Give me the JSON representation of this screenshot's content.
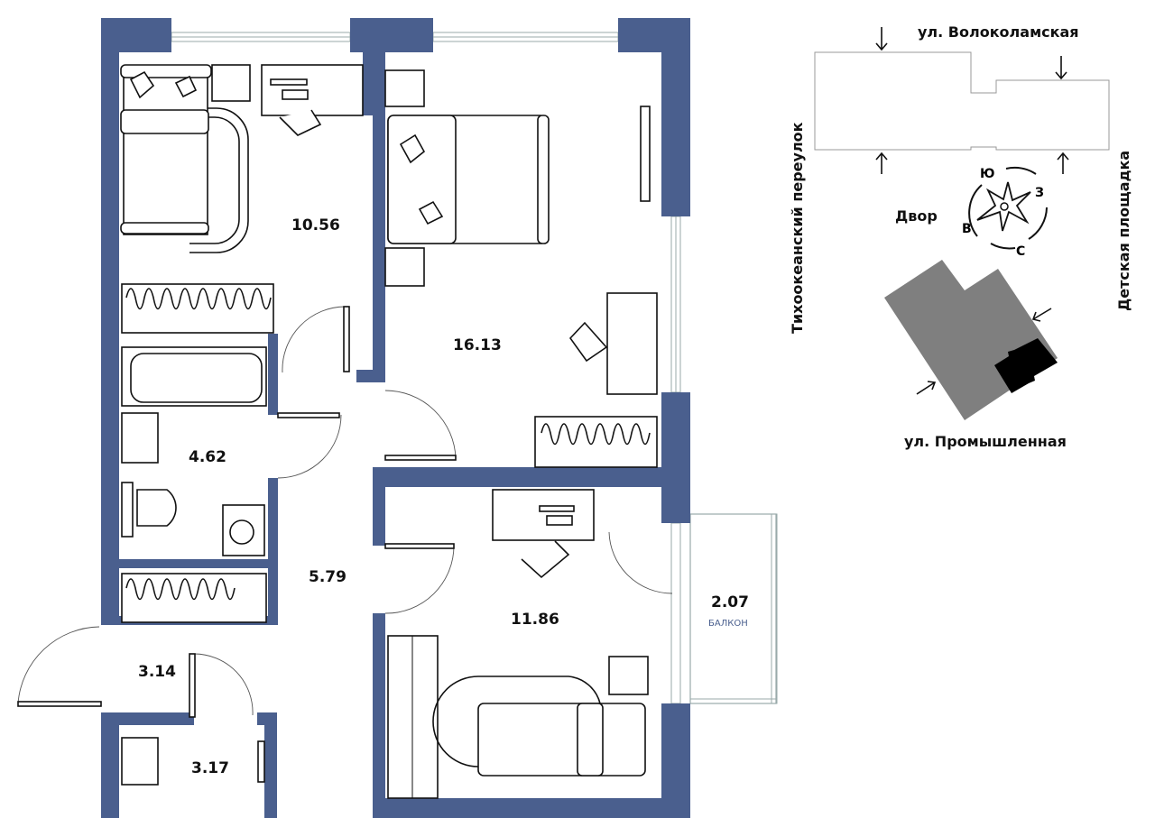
{
  "rooms": [
    {
      "name": "bedroom-1",
      "area": "10.56"
    },
    {
      "name": "bedroom-2",
      "area": "16.13"
    },
    {
      "name": "bathroom",
      "area": "4.62"
    },
    {
      "name": "hallway",
      "area": "5.79"
    },
    {
      "name": "bedroom-3",
      "area": "11.86"
    },
    {
      "name": "balcony",
      "area": "2.07",
      "label": "БАЛКОН"
    },
    {
      "name": "entrance",
      "area": "3.14"
    },
    {
      "name": "wc",
      "area": "3.17"
    }
  ],
  "site_plan": {
    "street_top": "ул. Волоколамская",
    "street_bottom": "ул. Промышленная",
    "street_left": "Тихоокеанский переулок",
    "street_right": "Детская площадка",
    "yard": "Двор",
    "compass": {
      "south": "Ю",
      "west": "З",
      "east": "В",
      "north": "С"
    }
  },
  "colors": {
    "wall": "#4a5f8e",
    "building": "#7f7f7f",
    "apartment": "#000000"
  }
}
